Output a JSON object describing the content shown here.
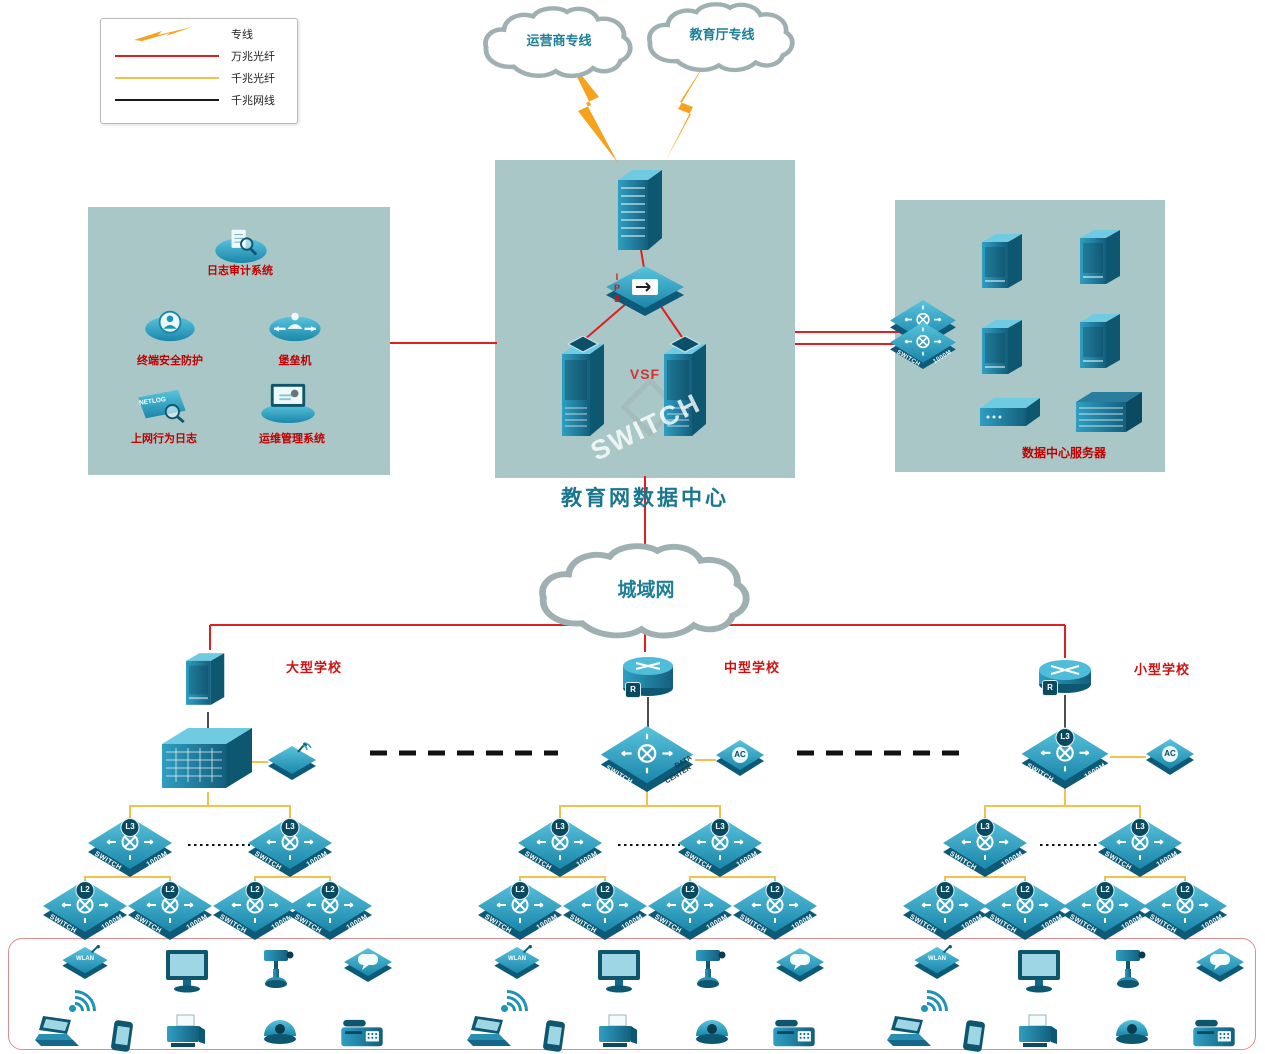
{
  "legend": {
    "items": [
      "专线",
      "万兆光纤",
      "千兆光纤",
      "千兆网线"
    ]
  },
  "clouds": {
    "operator": "运营商专线",
    "education": "教育厅专线",
    "man": "城域网"
  },
  "datacenter": {
    "title": "教育网数据中心",
    "ips": "IPS",
    "vsf": "VSF",
    "watermark": "SWITCH"
  },
  "security": {
    "audit": "日志审计系统",
    "terminal": "终端安全防护",
    "bastion": "堡垒机",
    "netlog": "上网行为日志",
    "netlog_icon": "NETLOG",
    "ops": "运维管理系统"
  },
  "server_box": {
    "title": "数据中心服务器"
  },
  "schools": {
    "large": "大型学校",
    "medium": "中型学校",
    "small": "小型学校"
  },
  "labels": {
    "switch": "SWITCH",
    "speed": "1000M",
    "l3": "L3",
    "l2": "L2",
    "ac": "AC",
    "router": "R",
    "dc1": "DATA",
    "dc2": "CENTER",
    "wlan": "WLAN"
  },
  "colors": {
    "line_10g_fiber": "#e01f1f",
    "line_1g_fiber": "#f2c14e",
    "line_1g_cable": "#1a1a1a",
    "lightning": "#f6a21d",
    "device_teal": "#1f92b5",
    "panel_bg": "#a9c7c7",
    "label_red": "#cc1111"
  }
}
